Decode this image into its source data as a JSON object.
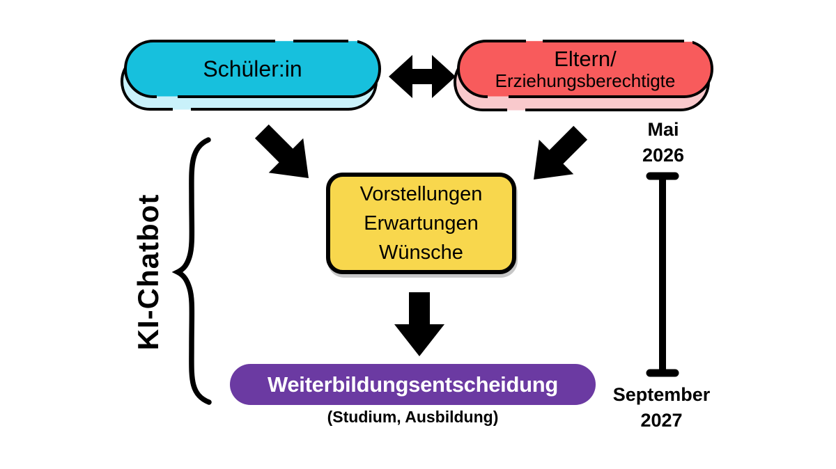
{
  "colors": {
    "background": "#FFFFFF",
    "ink": "#000000",
    "student_fill": "#17C0DD",
    "student_shadow": "#C9F1FA",
    "parents_fill": "#F85B5C",
    "parents_shadow": "#F9C9CC",
    "ideas_fill": "#F8D74D",
    "decision_fill": "#6B3AA2",
    "decision_text": "#FFFFFF"
  },
  "nodes": {
    "student": {
      "label": "Schüler:in"
    },
    "parents": {
      "line1": "Eltern/",
      "line2": "Erziehungsberechtigte"
    },
    "ideas": {
      "lines": [
        "Vorstellungen",
        "Erwartungen",
        "Wünsche"
      ]
    },
    "decision": {
      "label": "Weiterbildungsentscheidung",
      "subtitle": "(Studium, Ausbildung)"
    }
  },
  "brace": {
    "label": "KI-Chatbot"
  },
  "timeline": {
    "start": {
      "month": "Mai",
      "year": "2026"
    },
    "end": {
      "month": "September",
      "year": "2027"
    }
  }
}
